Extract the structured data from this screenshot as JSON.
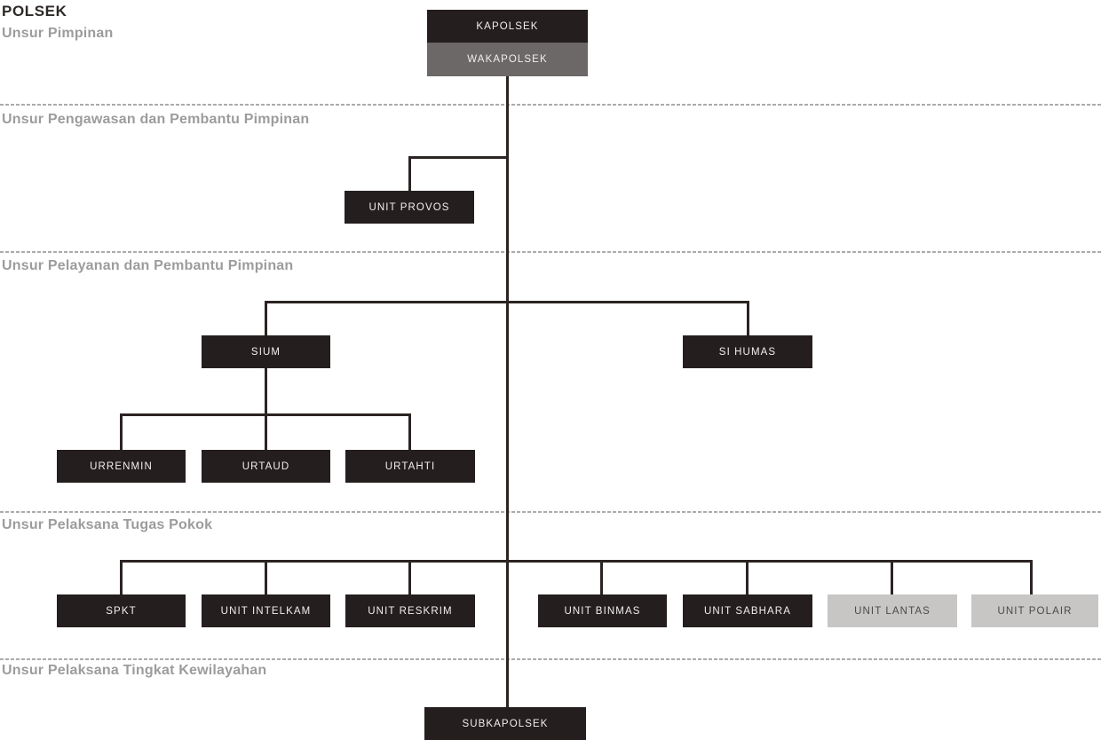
{
  "title": "POLSEK",
  "sections": {
    "pimpinan": {
      "label": "Unsur Pimpinan"
    },
    "pengawasan": {
      "label": "Unsur Pengawasan dan Pembantu Pimpinan"
    },
    "pelayanan": {
      "label": "Unsur Pelayanan dan Pembantu Pimpinan"
    },
    "pelaksana_pokok": {
      "label": "Unsur Pelaksana Tugas Pokok"
    },
    "kewilayahan": {
      "label": "Unsur Pelaksana Tingkat Kewilayahan"
    }
  },
  "nodes": {
    "kapolsek": {
      "label": "KAPOLSEK"
    },
    "wakapolsek": {
      "label": "WAKAPOLSEK"
    },
    "unit_provos": {
      "label": "UNIT PROVOS"
    },
    "sium": {
      "label": "SIUM"
    },
    "si_humas": {
      "label": "SI HUMAS"
    },
    "urrenmin": {
      "label": "URRENMIN"
    },
    "urtaud": {
      "label": "URTAUD"
    },
    "urtahti": {
      "label": "URTAHTI"
    },
    "spkt": {
      "label": "SPKT"
    },
    "unit_intelkam": {
      "label": "UNIT INTELKAM"
    },
    "unit_reskrim": {
      "label": "UNIT RESKRIM"
    },
    "unit_binmas": {
      "label": "UNIT BINMAS"
    },
    "unit_sabhara": {
      "label": "UNIT SABHARA"
    },
    "unit_lantas": {
      "label": "UNIT LANTAS"
    },
    "unit_polair": {
      "label": "UNIT POLAIR"
    },
    "subkapolsek": {
      "label": "SUBKAPOLSEK"
    }
  },
  "colors": {
    "node_dark": "#241f1e",
    "node_gray": "#6b6867",
    "node_light": "#c7c6c5",
    "node_text_on_dark": "#f1efee",
    "node_text_on_light": "#4a4a4a",
    "connector": "#2b2423",
    "divider": "#ababab",
    "section_heading": "#9c9c9c",
    "title_text": "#2e2927",
    "background": "#ffffff"
  }
}
